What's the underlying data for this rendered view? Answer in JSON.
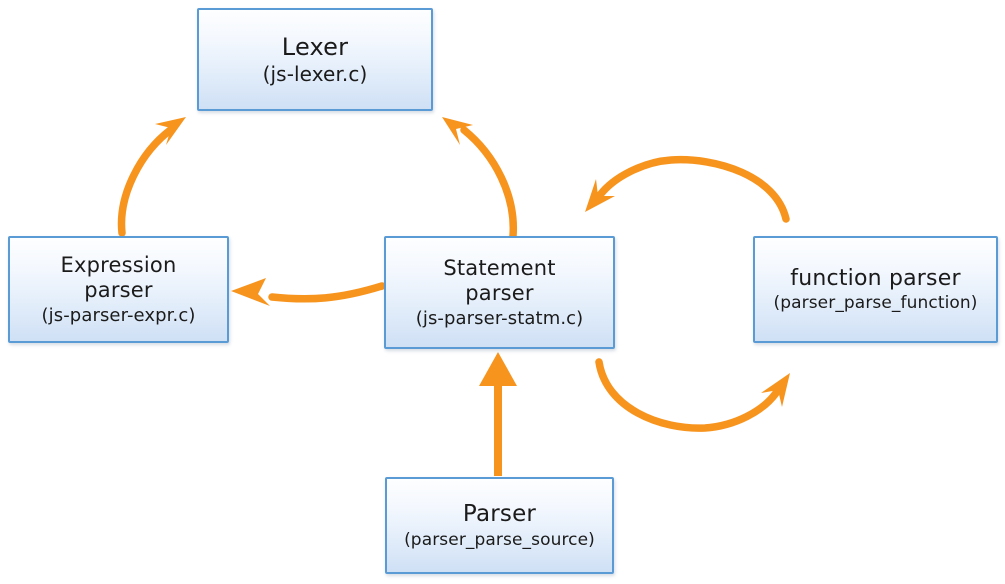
{
  "diagram": {
    "kind": "architecture-flow-diagram",
    "background_color": "#ffffff",
    "arrow_color": "#f7941e",
    "node_border_color": "#5b9bd5",
    "node_fill_top_color": "#fdfeff",
    "node_fill_bottom_color": "#cfe0f5",
    "text_color": "#1b1b1b",
    "nodes": [
      {
        "id": "lexer",
        "title": "Lexer",
        "subtitle": "(js-lexer.c)"
      },
      {
        "id": "expression-parser",
        "title": "Expression\nparser",
        "subtitle": "(js-parser-expr.c)"
      },
      {
        "id": "statement-parser",
        "title": "Statement\nparser",
        "subtitle": "(js-parser-statm.c)"
      },
      {
        "id": "function-parser",
        "title": "function parser",
        "subtitle": "(parser_parse_function)"
      },
      {
        "id": "parser",
        "title": "Parser",
        "subtitle": "(parser_parse_source)"
      }
    ],
    "edges": [
      {
        "id": "expression-to-lexer",
        "from": "expression-parser",
        "to": "lexer",
        "style": "curved"
      },
      {
        "id": "statement-to-lexer",
        "from": "statement-parser",
        "to": "lexer",
        "style": "curved"
      },
      {
        "id": "statement-to-expression",
        "from": "statement-parser",
        "to": "expression-parser",
        "style": "curved"
      },
      {
        "id": "function-to-statement",
        "from": "function-parser",
        "to": "statement-parser",
        "style": "arc-top"
      },
      {
        "id": "statement-to-function",
        "from": "statement-parser",
        "to": "function-parser",
        "style": "arc-bottom"
      },
      {
        "id": "parser-to-statement",
        "from": "parser",
        "to": "statement-parser",
        "style": "straight"
      }
    ]
  }
}
